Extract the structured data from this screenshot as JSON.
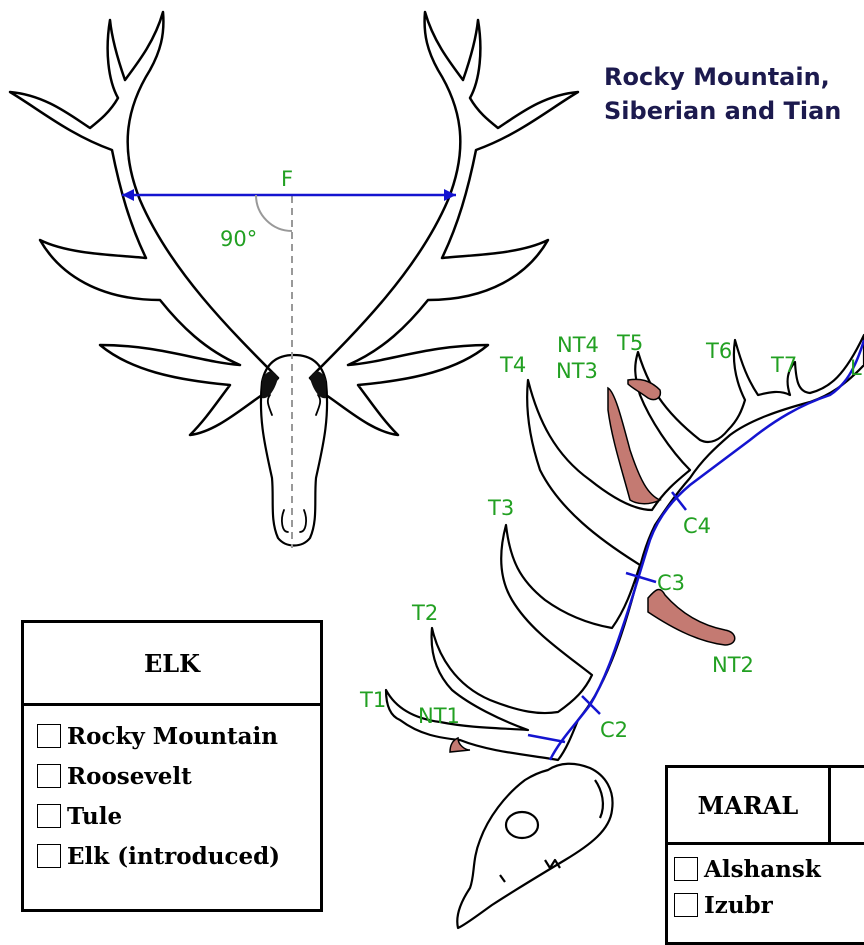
{
  "title": {
    "line1": "Rocky Mountain,",
    "line2": "Siberian and Tian"
  },
  "top_view": {
    "measure_label": "F",
    "angle_label": "90°"
  },
  "side_view": {
    "tine_labels": [
      "T1",
      "T2",
      "T3",
      "T4",
      "T5",
      "T6",
      "T7",
      "L"
    ],
    "non_typical_labels": [
      "NT1",
      "NT2",
      "NT3",
      "NT4"
    ],
    "circumference_labels": [
      "C2",
      "C3",
      "C4"
    ]
  },
  "elk_box": {
    "heading": "ELK",
    "options": [
      "Rocky Mountain",
      "Roosevelt",
      "Tule",
      "Elk (introduced)"
    ]
  },
  "maral_box": {
    "heading": "MARAL",
    "options": [
      "Alshansk",
      "Izubr"
    ]
  },
  "colors": {
    "label_green": "#22a022",
    "measure_blue": "#1414d0",
    "non_typical_fill": "#c47a72",
    "title_navy": "#1c1a4e"
  }
}
